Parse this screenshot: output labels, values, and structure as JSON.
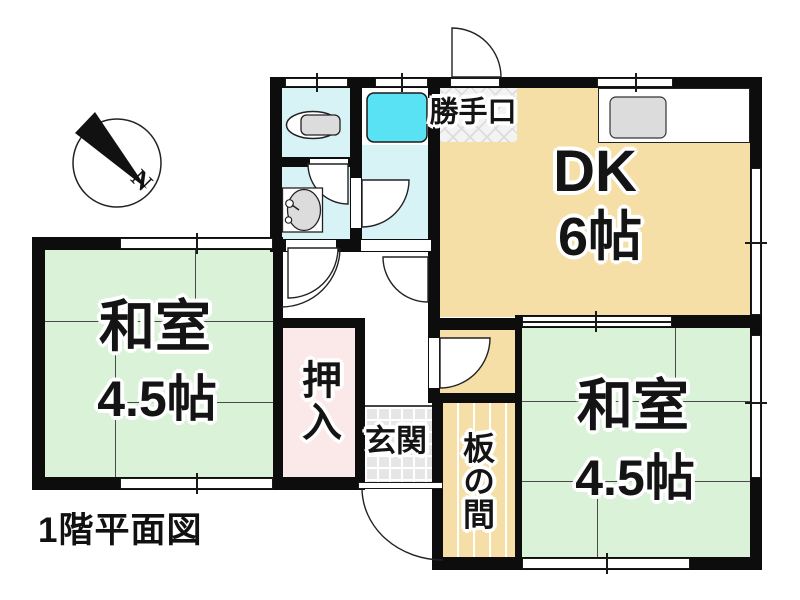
{
  "title": "1階平面図",
  "compass": {
    "north_label": "N"
  },
  "rooms": {
    "dk": {
      "name": "DK",
      "size": "6帖"
    },
    "washitsu_left": {
      "name": "和室",
      "size": "4.5帖"
    },
    "washitsu_right": {
      "name": "和室",
      "size": "4.5帖"
    },
    "oshiire": {
      "name": "押入"
    },
    "genkan": {
      "name": "玄関"
    },
    "itanoma": {
      "name": "板の間"
    }
  },
  "annotations": {
    "katteguchi": "勝手口"
  },
  "colors": {
    "wall": "#0d0d0d",
    "line": "#4a4a4a",
    "tan": "#F5DFA6",
    "green": "#DAF2D8",
    "pink": "#FBE9E9",
    "bathfloor": "#D8F3F6",
    "tub": "#58E2F3",
    "fixture": "#DCDCDC",
    "tile": "#E6E6E6"
  }
}
